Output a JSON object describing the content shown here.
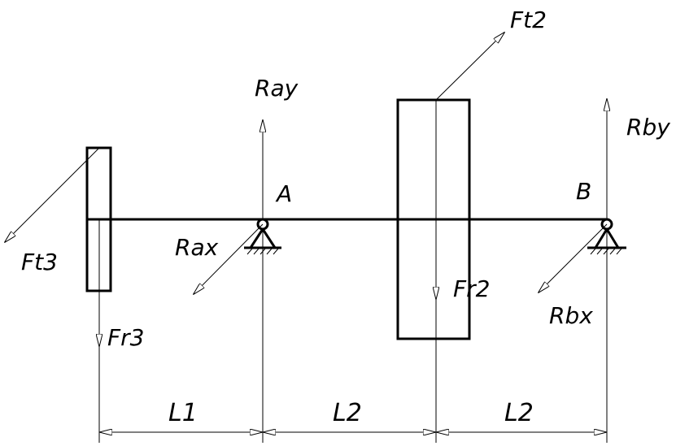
{
  "labels": {
    "ft2": "Ft2",
    "ray": "Ray",
    "rby": "Rby",
    "a": "A",
    "b": "B",
    "ft3": "Ft3",
    "rax": "Rax",
    "fr2": "Fr2",
    "rbx": "Rbx",
    "fr3": "Fr3",
    "l1": "L1",
    "l2_left": "L2",
    "l2_right": "L2"
  },
  "colors": {
    "line": "#000000",
    "background": "#ffffff"
  }
}
